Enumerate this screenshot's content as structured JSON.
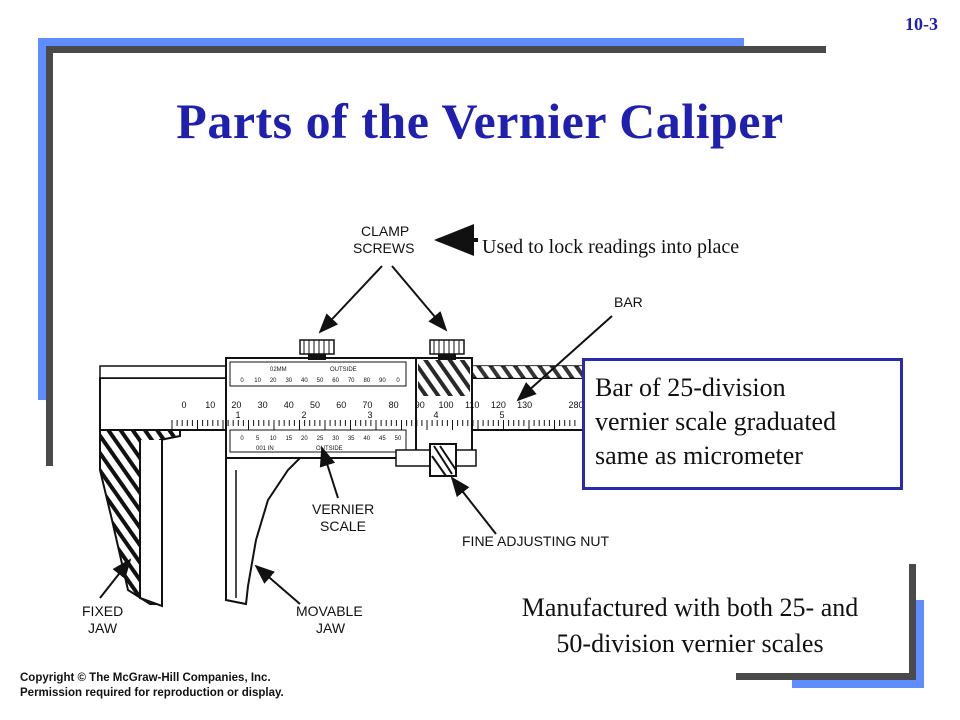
{
  "slide_number": "10-3",
  "title": "Parts of the Vernier Caliper",
  "callout_top": "Used to lock readings into place",
  "note_box": {
    "line1": "Bar of 25-division",
    "line2": "vernier scale graduated",
    "line3": "same as micrometer"
  },
  "bottom_note": {
    "line1": "Manufactured with both 25- and",
    "line2": "50-division vernier scales"
  },
  "copyright": {
    "line1": "Copyright © The McGraw-Hill Companies, Inc.",
    "line2": "Permission required for reproduction or display."
  },
  "diagram": {
    "labels": {
      "clamp_line1": "CLAMP",
      "clamp_line2": "SCREWS",
      "bar": "BAR",
      "vernier_line1": "VERNIER",
      "vernier_line2": "SCALE",
      "fine_adjusting_nut": "FINE ADJUSTING NUT",
      "fixed_line1": "FIXED",
      "fixed_line2": "JAW",
      "movable_line1": "MOVABLE",
      "movable_line2": "JAW"
    },
    "bar_scale": [
      "0",
      "10",
      "20",
      "30",
      "40",
      "50",
      "60",
      "70",
      "80",
      "90",
      "100",
      "110",
      "120",
      "130",
      "280"
    ],
    "bar_scale_small": [
      "1",
      "2",
      "3",
      "4",
      "5"
    ],
    "upper_vernier_caption": "02MM",
    "upper_vernier_caption2": "OUTSIDE",
    "upper_vernier_scale": [
      "0",
      "10",
      "20",
      "30",
      "40",
      "50",
      "60",
      "70",
      "80",
      "90",
      "0"
    ],
    "lower_vernier_caption": "001 IN",
    "lower_vernier_caption2": "OUTSIDE",
    "lower_vernier_scale": [
      "0",
      "5",
      "10",
      "15",
      "20",
      "25",
      "30",
      "35",
      "40",
      "45",
      "50"
    ]
  },
  "colors": {
    "title": "#1f1fb0",
    "frame_blue": "#5f8cff",
    "frame_gray": "#4a4a4a",
    "box_border": "#2a2ab0"
  }
}
